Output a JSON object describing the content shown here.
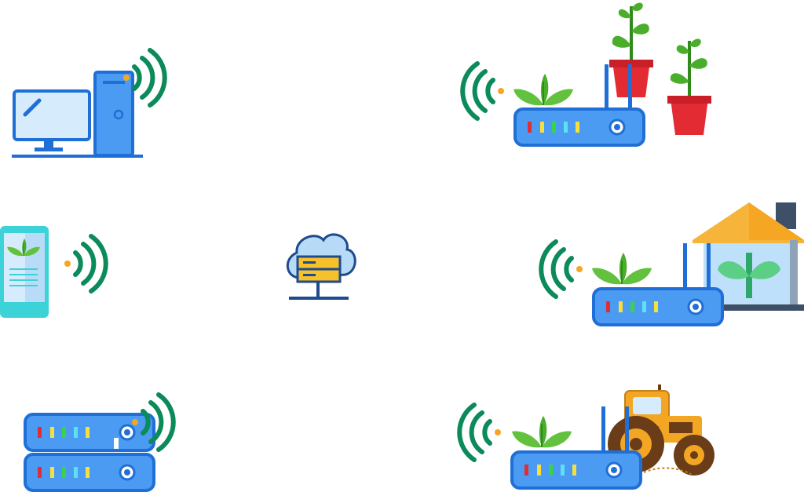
{
  "nodes": [
    {
      "id": "computer",
      "icon": "desktop-computer-icon",
      "signal": "wifi-signal-icon"
    },
    {
      "id": "phone",
      "icon": "mobile-phone-leaf-icon",
      "signal": "wifi-signal-icon"
    },
    {
      "id": "server",
      "icon": "server-rack-icon",
      "signal": "wifi-signal-icon"
    },
    {
      "id": "cloud",
      "icon": "cloud-server-icon"
    },
    {
      "id": "plants-router",
      "icon": "router-with-potted-plants-icon",
      "signal": "wifi-signal-icon"
    },
    {
      "id": "greenhouse-router",
      "icon": "router-with-greenhouse-icon",
      "signal": "wifi-signal-icon"
    },
    {
      "id": "tractor-router",
      "icon": "router-with-tractor-icon",
      "signal": "wifi-signal-icon"
    }
  ],
  "colors": {
    "device_blue": "#4b9bf2",
    "device_stroke": "#1f6fd6",
    "screen_light": "#d6ecfc",
    "signal_green": "#0b8a5a",
    "signal_dot": "#f5a623",
    "leaf_green": "#62c13d",
    "pot_red": "#e32b34",
    "roof_yellow": "#f6b43a",
    "tractor_yellow": "#f2a623",
    "tire_brown": "#6a3d18",
    "phone_cyan": "#3cd3d8",
    "server_yellow": "#f7c12b"
  }
}
